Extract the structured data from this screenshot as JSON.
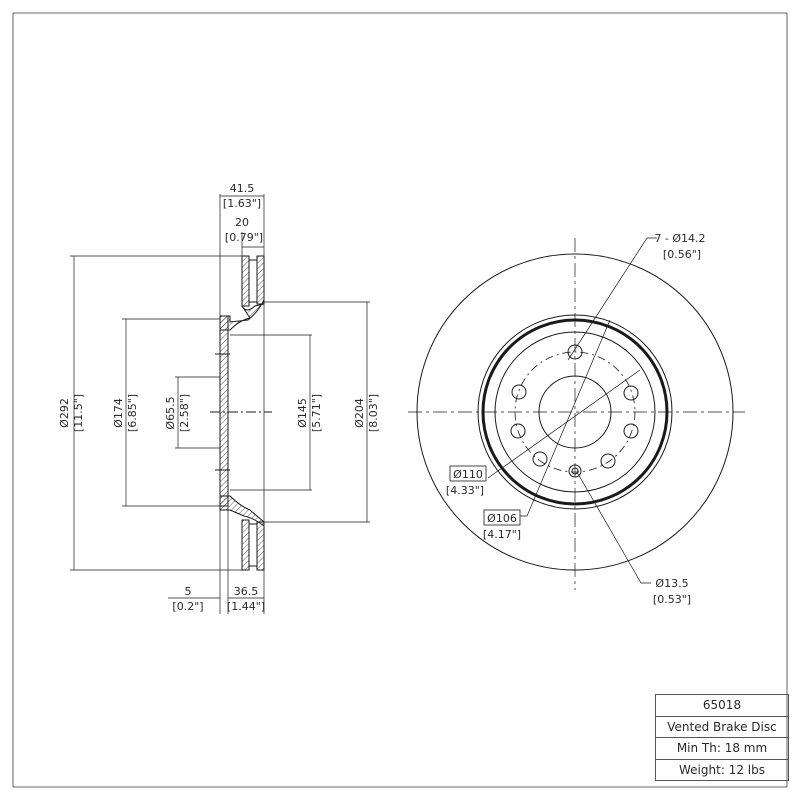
{
  "title_block": {
    "part_number": "65018",
    "description": "Vented Brake Disc",
    "min_thickness": "Min Th: 18 mm",
    "weight": "Weight: 12 lbs"
  },
  "side_view": {
    "overall_width": {
      "mm": "41.5",
      "in": "[1.63\"]"
    },
    "rotor_thickness": {
      "mm": "20",
      "in": "[0.79\"]"
    },
    "outer_diameter": {
      "mm": "Ø292",
      "in": "[11.5\"]"
    },
    "hat_outer_diameter": {
      "mm": "Ø174",
      "in": "[6.85\"]"
    },
    "center_bore": {
      "mm": "Ø65.5",
      "in": "[2.58\"]"
    },
    "hat_inner_diameter": {
      "mm": "Ø145",
      "in": "[5.71\"]"
    },
    "inner_friction_diameter": {
      "mm": "Ø204",
      "in": "[8.03\"]"
    },
    "hat_thickness": {
      "mm": "5",
      "in": "[0.2\"]"
    },
    "hat_height": {
      "mm": "36.5",
      "in": "[1.44\"]"
    }
  },
  "front_view": {
    "bolt_holes": {
      "mm": "7 - Ø14.2",
      "in": "[0.56\"]"
    },
    "bolt_circle_1": {
      "mm": "Ø110",
      "in": "[4.33\"]"
    },
    "bolt_circle_2": {
      "mm": "Ø106",
      "in": "[4.17\"]"
    },
    "locating_hole": {
      "mm": "Ø13.5",
      "in": "[0.53\"]"
    }
  },
  "colors": {
    "line": "#1a1a1a",
    "frame": "#666666",
    "background": "#ffffff"
  }
}
